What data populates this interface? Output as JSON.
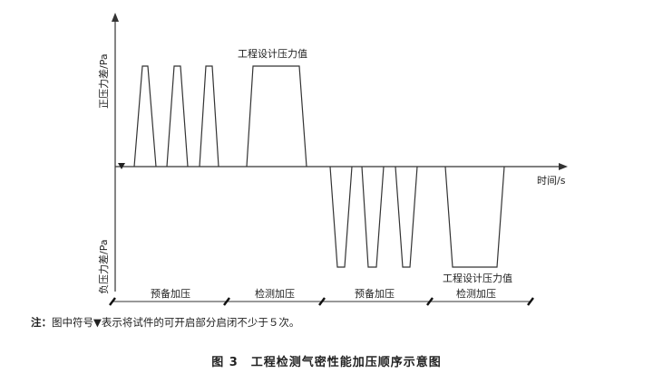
{
  "axis_labels": {
    "y_positive": "正压力差/Pa",
    "y_negative": "负压力差/Pa",
    "x": "时间/s"
  },
  "annotations": {
    "positive_peak": "工程设计压力值",
    "negative_peak": "工程设计压力值"
  },
  "stage_labels": [
    "预备加压",
    "检测加压",
    "预备加压",
    "检测加压"
  ],
  "note": {
    "prefix": "注：",
    "text": "图中符号▼表示将试件的可开启部分启闭不少于５次。"
  },
  "caption": "图 3　工程检测气密性能加压顺序示意图"
}
